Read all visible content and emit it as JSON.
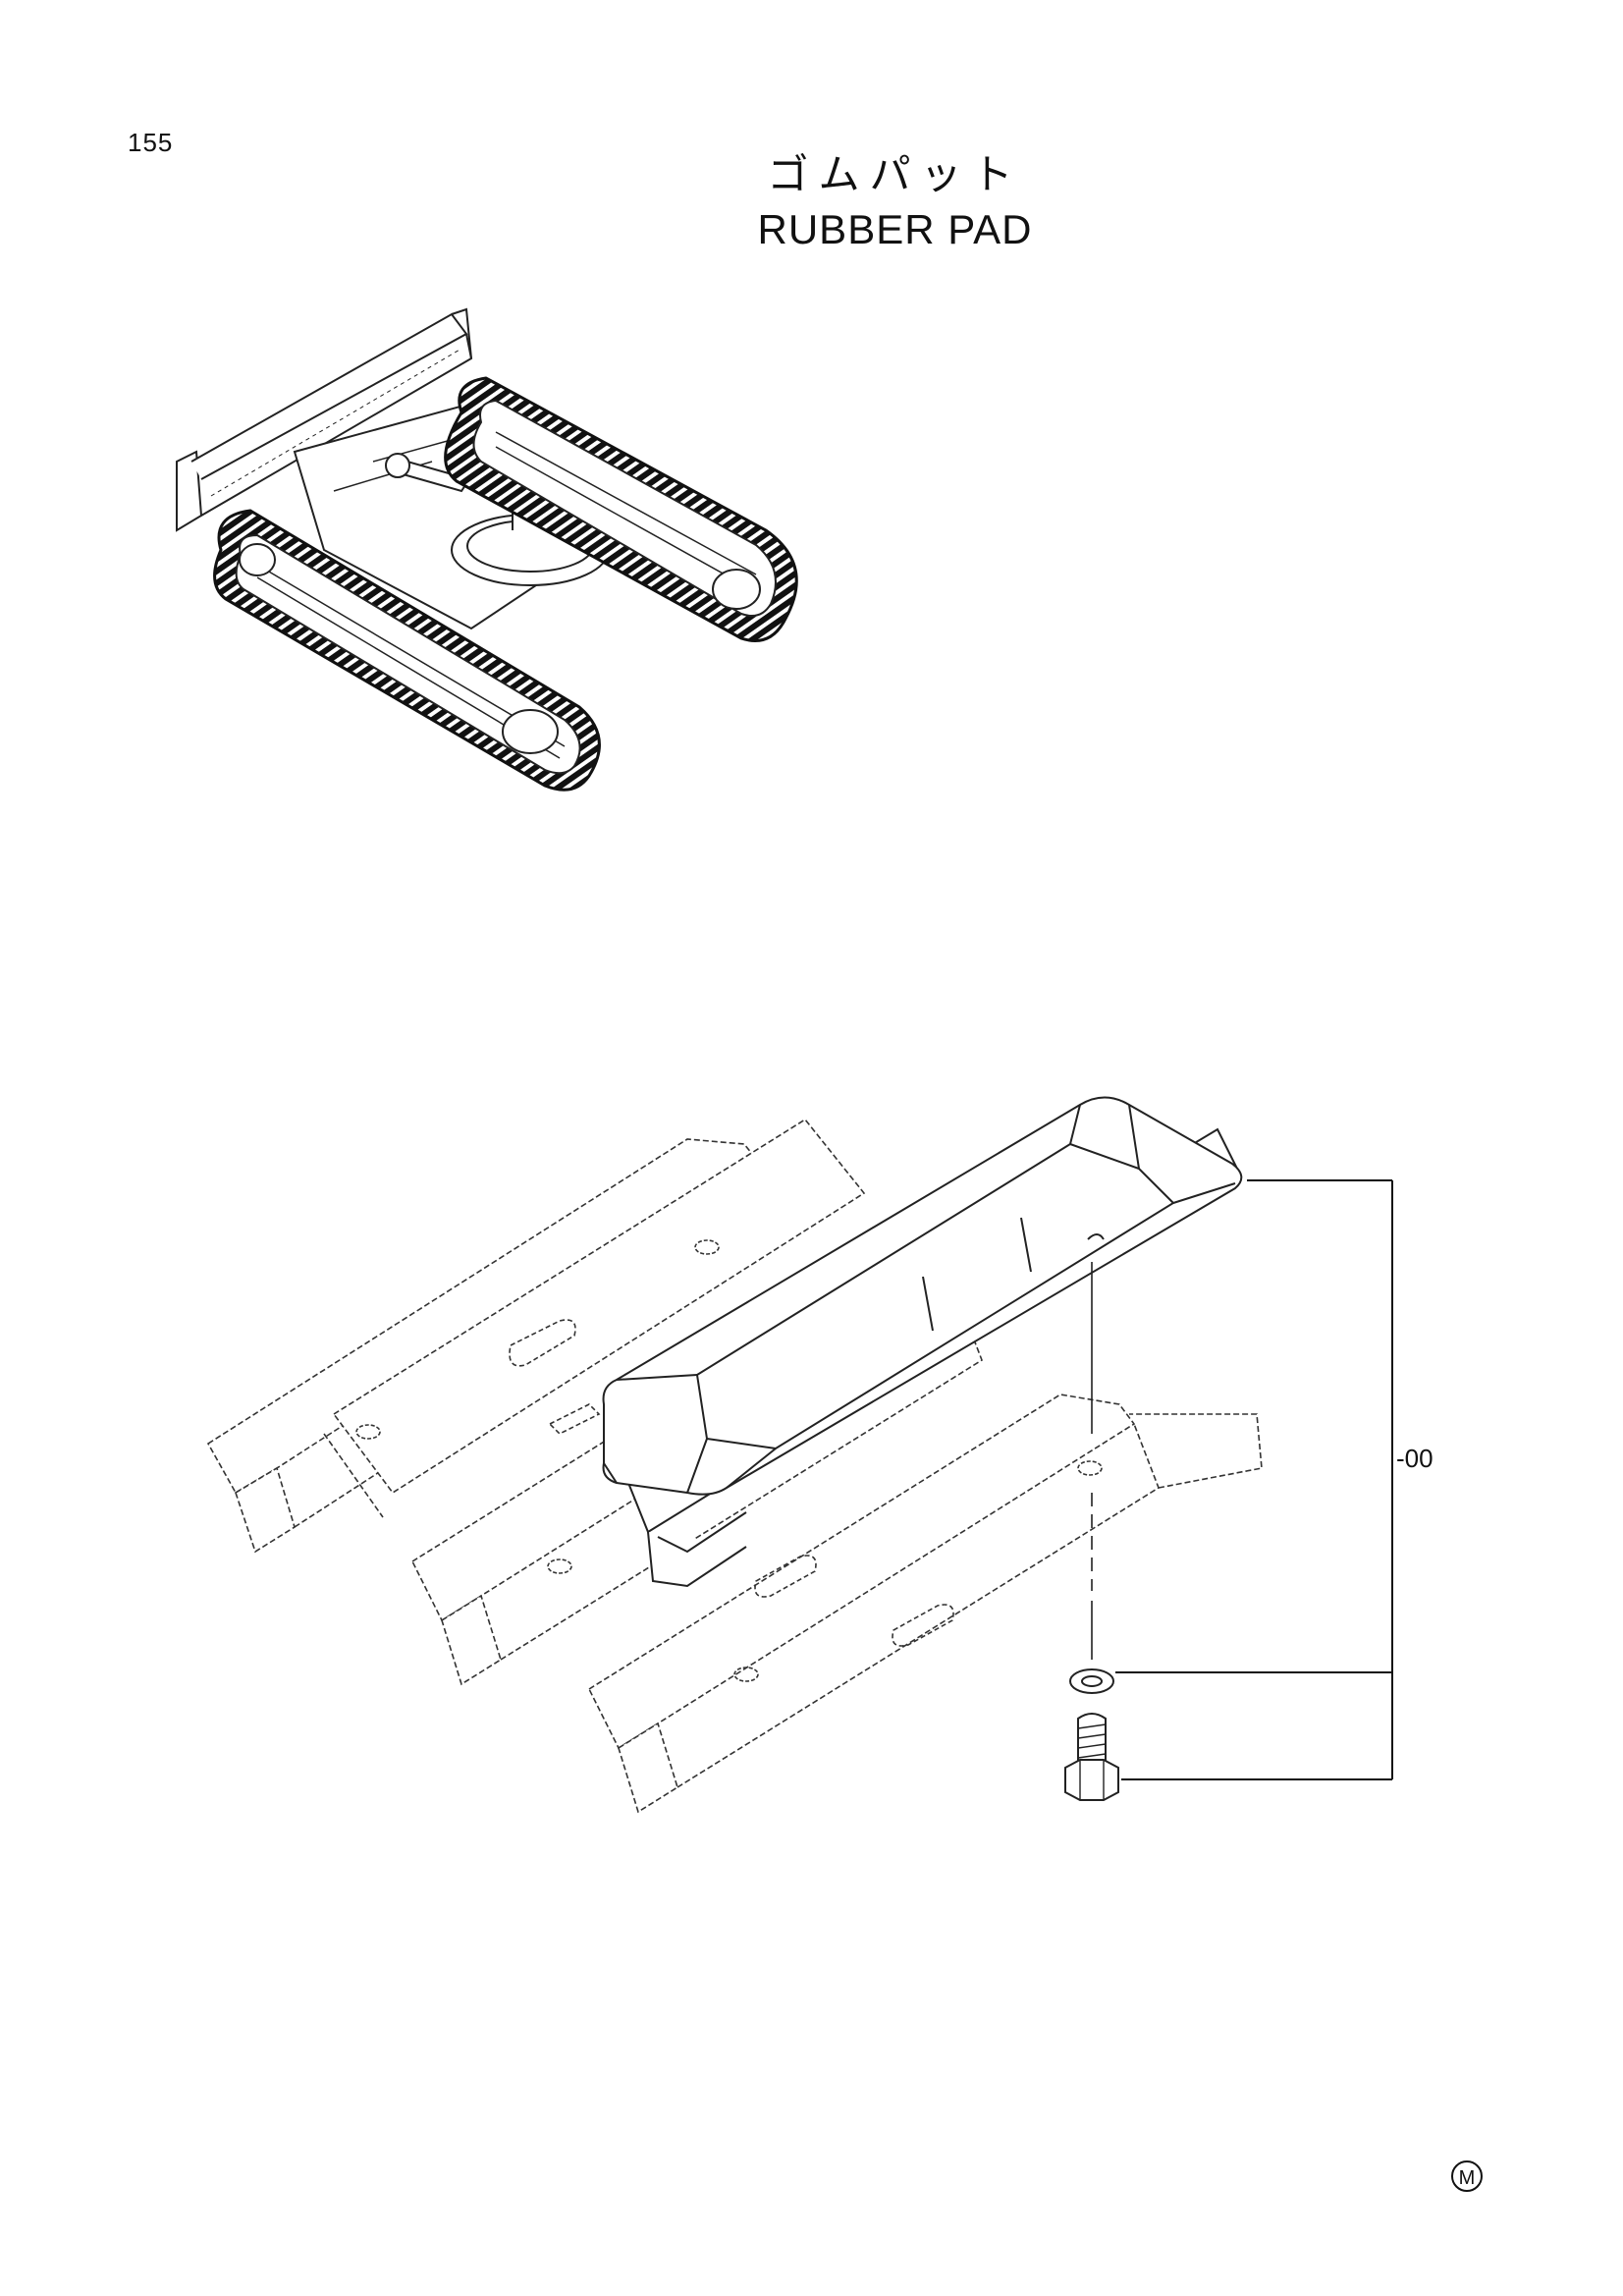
{
  "page": {
    "number": "155",
    "title_ja": "ゴムパット",
    "title_en": "RUBBER PAD"
  },
  "callouts": [
    {
      "label": "-00"
    }
  ],
  "maker_mark": "M",
  "icons": {
    "undercarriage": "excavator-undercarriage-illustration",
    "track_shoe": "track-shoe-assembly-illustration",
    "rubber_pad": "rubber-pad-illustration",
    "washer": "washer-icon",
    "bolt": "bolt-icon"
  }
}
